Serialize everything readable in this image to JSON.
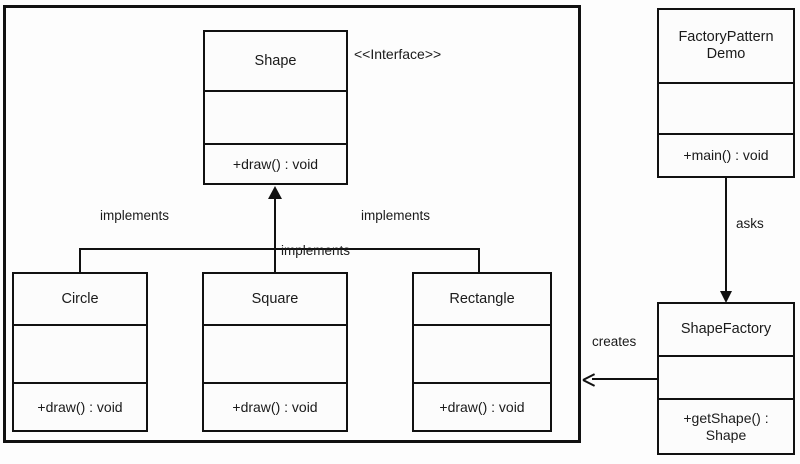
{
  "diagram": {
    "type": "uml-class-diagram",
    "title": "Factory Pattern UML Class Diagram",
    "colors": {
      "stroke": "#111111",
      "background": "#fdfdfd",
      "box_fill": "#fcfcfc",
      "text": "#1a1a1a"
    }
  },
  "package": {
    "label": ""
  },
  "classes": {
    "shape": {
      "name": "Shape",
      "stereotype": "<<Interface>>",
      "attributes": "",
      "operations": "+draw() : void"
    },
    "circle": {
      "name": "Circle",
      "attributes": "",
      "operations": "+draw() : void"
    },
    "square": {
      "name": "Square",
      "attributes": "",
      "operations": "+draw() : void"
    },
    "rectangle": {
      "name": "Rectangle",
      "attributes": "",
      "operations": "+draw() : void"
    },
    "factory_pattern_demo": {
      "name": "FactoryPattern Demo",
      "attributes": "",
      "operations": "+main() : void"
    },
    "shape_factory": {
      "name": "ShapeFactory",
      "attributes": "",
      "operations": "+getShape() : Shape"
    }
  },
  "relationships": {
    "circle_implements": "implements",
    "square_implements": "implements",
    "rectangle_implements": "implements",
    "demo_asks_factory": "asks",
    "factory_creates_shapes": "creates"
  }
}
